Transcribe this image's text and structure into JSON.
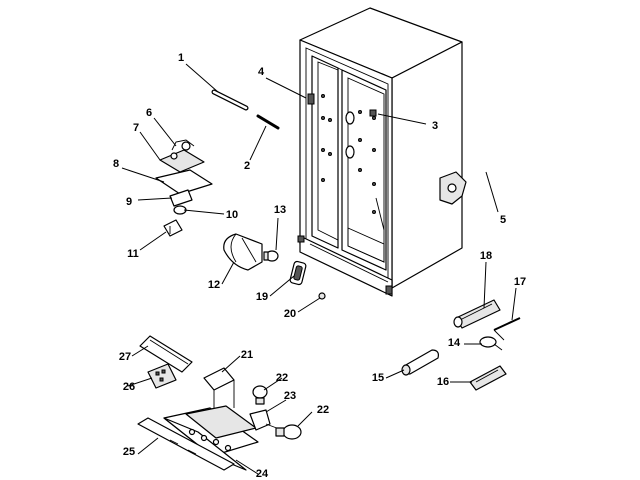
{
  "callouts": {
    "c1": "1",
    "c2": "2",
    "c3": "3",
    "c4": "4",
    "c5": "5",
    "c6": "6",
    "c7": "7",
    "c8": "8",
    "c9": "9",
    "c10": "10",
    "c11": "11",
    "c12": "12",
    "c13": "13",
    "c14": "14",
    "c15": "15",
    "c16": "16",
    "c17": "17",
    "c18": "18",
    "c19": "19",
    "c20": "20",
    "c21": "21",
    "c22a": "22",
    "c22b": "22",
    "c23": "23",
    "c24": "24",
    "c25": "25",
    "c26": "26",
    "c27": "27"
  }
}
